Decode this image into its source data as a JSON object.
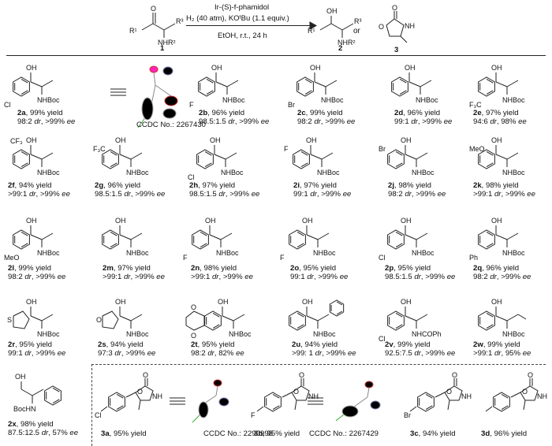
{
  "header": {
    "catalyst": "Ir-(S)-f-phamidol",
    "conditions": "H₂ (40 atm), KOᵗBu (1.1 equiv.)",
    "solvent": "EtOH, r.t., 24 h",
    "substrate_number": "1",
    "product2_number": "2",
    "product3_number": "3",
    "or_text": "or",
    "substrate_labels": {
      "r1": "R¹",
      "r3": "R³",
      "nhr2": "NHR²",
      "o": "O"
    },
    "product2_labels": {
      "oh": "OH",
      "r1": "R¹",
      "r3": "R³",
      "nhr2": "NHR²"
    },
    "product3_labels": {
      "o_ring": "O",
      "o_carbonyl": "O",
      "nh": "NH"
    }
  },
  "ccdc": {
    "c2a": "CCDC No.: 2267430",
    "c3a": "CCDC No.: 2290998",
    "c3b": "CCDC No.: 2267429"
  },
  "compounds": [
    {
      "id": "2a",
      "yield": "99% yield",
      "dr": "98:2",
      "ee": ">99%"
    },
    {
      "id": "2b",
      "yield": "96% yield",
      "dr": "98.5:1.5",
      "ee": ">99%"
    },
    {
      "id": "2c",
      "yield": "99% yield",
      "dr": "98:2",
      "ee": ">99%"
    },
    {
      "id": "2d",
      "yield": "96% yield",
      "dr": "99:1",
      "ee": ">99%"
    },
    {
      "id": "2e",
      "yield": "97% yield",
      "dr": "94:6",
      "ee": "98%"
    },
    {
      "id": "2f",
      "yield": "94% yield",
      "dr": ">99:1",
      "ee": ">99%"
    },
    {
      "id": "2g",
      "yield": "96% yield",
      "dr": "98.5:1.5",
      "ee": ">99%"
    },
    {
      "id": "2h",
      "yield": "97% yield",
      "dr": "98.5:1.5",
      "ee": ">99%"
    },
    {
      "id": "2i",
      "yield": "97% yield",
      "dr": "99:1",
      "ee": ">99%"
    },
    {
      "id": "2j",
      "yield": "98% yield",
      "dr": "98:2",
      "ee": ">99%"
    },
    {
      "id": "2k",
      "yield": "98% yield",
      "dr": ">99:1",
      "ee": ">99%"
    },
    {
      "id": "2l",
      "yield": "99% yield",
      "dr": "98:2",
      "ee": ">99%"
    },
    {
      "id": "2m",
      "yield": "97% yield",
      "dr": ">99:1",
      "ee": ">99%"
    },
    {
      "id": "2n",
      "yield": "98% yield",
      "dr": ">99:1",
      "ee": ">99%"
    },
    {
      "id": "2o",
      "yield": "95% yield",
      "dr": "99:1",
      "ee": ">99%"
    },
    {
      "id": "2p",
      "yield": "95% yield",
      "dr": "98.5:1.5",
      "ee": ">99%"
    },
    {
      "id": "2q",
      "yield": "96% yield",
      "dr": "98:2",
      "ee": ">99%"
    },
    {
      "id": "2r",
      "yield": "95% yield",
      "dr": "99:1",
      "ee": ">99%"
    },
    {
      "id": "2s",
      "yield": "94% yield",
      "dr": "97:3",
      "ee": ">99%"
    },
    {
      "id": "2t",
      "yield": "95% yield",
      "dr": "98:2",
      "ee": "82%"
    },
    {
      "id": "2u",
      "yield": "94% yield",
      "dr": ">99: 1",
      "ee": ">99%"
    },
    {
      "id": "2v",
      "yield": "99% yield",
      "dr": "92.5:7.5",
      "ee": ">99%"
    },
    {
      "id": "2w",
      "yield": "99% yield",
      "dr": ">99:1",
      "ee": "95%"
    },
    {
      "id": "2x",
      "yield": "98% yield",
      "dr": "87.5:12.5",
      "ee": "57%"
    },
    {
      "id": "3a",
      "yield": "95% yield"
    },
    {
      "id": "3b",
      "yield": "95% yield"
    },
    {
      "id": "3c",
      "yield": "94% yield"
    },
    {
      "id": "3d",
      "yield": "96% yield"
    }
  ],
  "words": {
    "dr": "dr",
    "ee": "ee"
  },
  "labels": {
    "oh": "OH",
    "nhboc": "NHBoc",
    "bochn": "BocHN",
    "nhcoph": "NHCOPh",
    "nh": "NH",
    "o": "O",
    "cl": "Cl",
    "f": "F",
    "br": "Br",
    "cf3": "CF₃",
    "f3c": "F₃C",
    "meo": "MeO",
    "ph": "Ph",
    "s": "S"
  },
  "colors": {
    "ink": "#222222",
    "rule": "#222222"
  }
}
